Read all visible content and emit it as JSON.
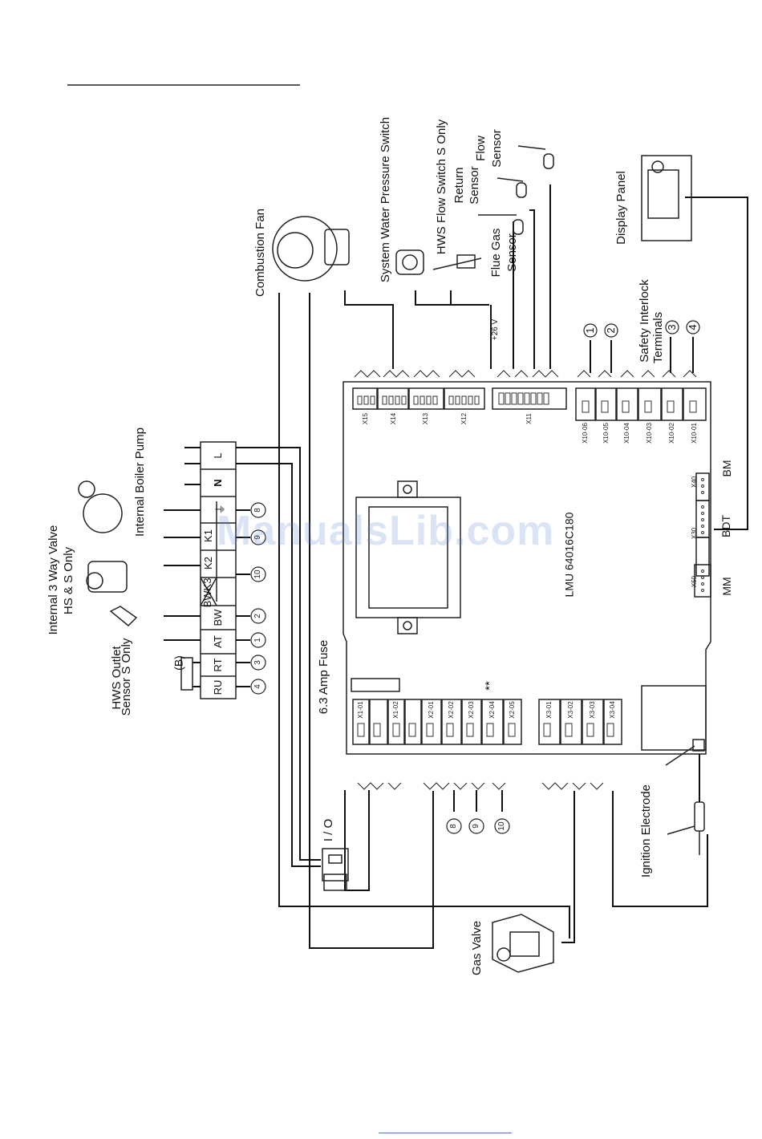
{
  "labels": {
    "combustion_fan": "Combustion Fan",
    "system_water_pressure_switch": "System Water Pressure Switch",
    "hws_flow_switch": "HWS Flow Switch S Only",
    "return_sensor_1": "Return",
    "return_sensor_2": "Sensor",
    "flow_sensor_1": "Flow",
    "flow_sensor_2": "Sensor",
    "flue_gas_sensor_1": "Flue Gas",
    "flue_gas_sensor_2": "Sensor",
    "display_panel": "Display Panel",
    "safety_interlock_1": "Safety Interlock",
    "safety_interlock_2": "Terminals",
    "internal_boiler_pump": "Internal Boiler Pump",
    "three_way_valve_1": "Internal 3 Way Valve",
    "three_way_valve_2": "HS & S Only",
    "hws_outlet_1": "HWS Outlet",
    "hws_outlet_2": "Sensor S Only",
    "b_marker": "(B)",
    "fuse": "6.3 Amp Fuse",
    "ignition_electrode": "Ignition Electrode",
    "gas_valve": "Gas Valve",
    "io_switch": "I / O",
    "board_model": "LMU 64016C180",
    "voltage": "+26 V",
    "asterisks": "**",
    "watermark": "ManualsLib.com"
  },
  "terminal_strip": [
    "L",
    "N",
    "⏚",
    "K1",
    "K2",
    "BWK3",
    "BW",
    "AT",
    "RT",
    "RU"
  ],
  "circled_numbers": {
    "interlock": [
      "1",
      "2",
      "3",
      "4"
    ],
    "strip": [
      "8",
      "9",
      "10",
      "2",
      "1",
      "3",
      "4"
    ],
    "bottom": [
      "8",
      "9",
      "10"
    ]
  },
  "connectors": {
    "top": [
      "X15",
      "X14",
      "X13",
      "X12",
      "X11"
    ],
    "right": [
      "X10-06",
      "X10-05",
      "X10-04",
      "X10-03",
      "X10-02",
      "X10-01"
    ],
    "bottom_left": [
      "X1-01",
      "X1-02",
      "X2-01",
      "X2-02",
      "X2-03",
      "X2-04",
      "X2-05"
    ],
    "bottom_right": [
      "X3-01",
      "X3-02",
      "X3-03",
      "X3-04"
    ],
    "ports": [
      "X40",
      "X30",
      "X50"
    ],
    "port_labels": [
      "BM",
      "BDT",
      "MM"
    ]
  }
}
